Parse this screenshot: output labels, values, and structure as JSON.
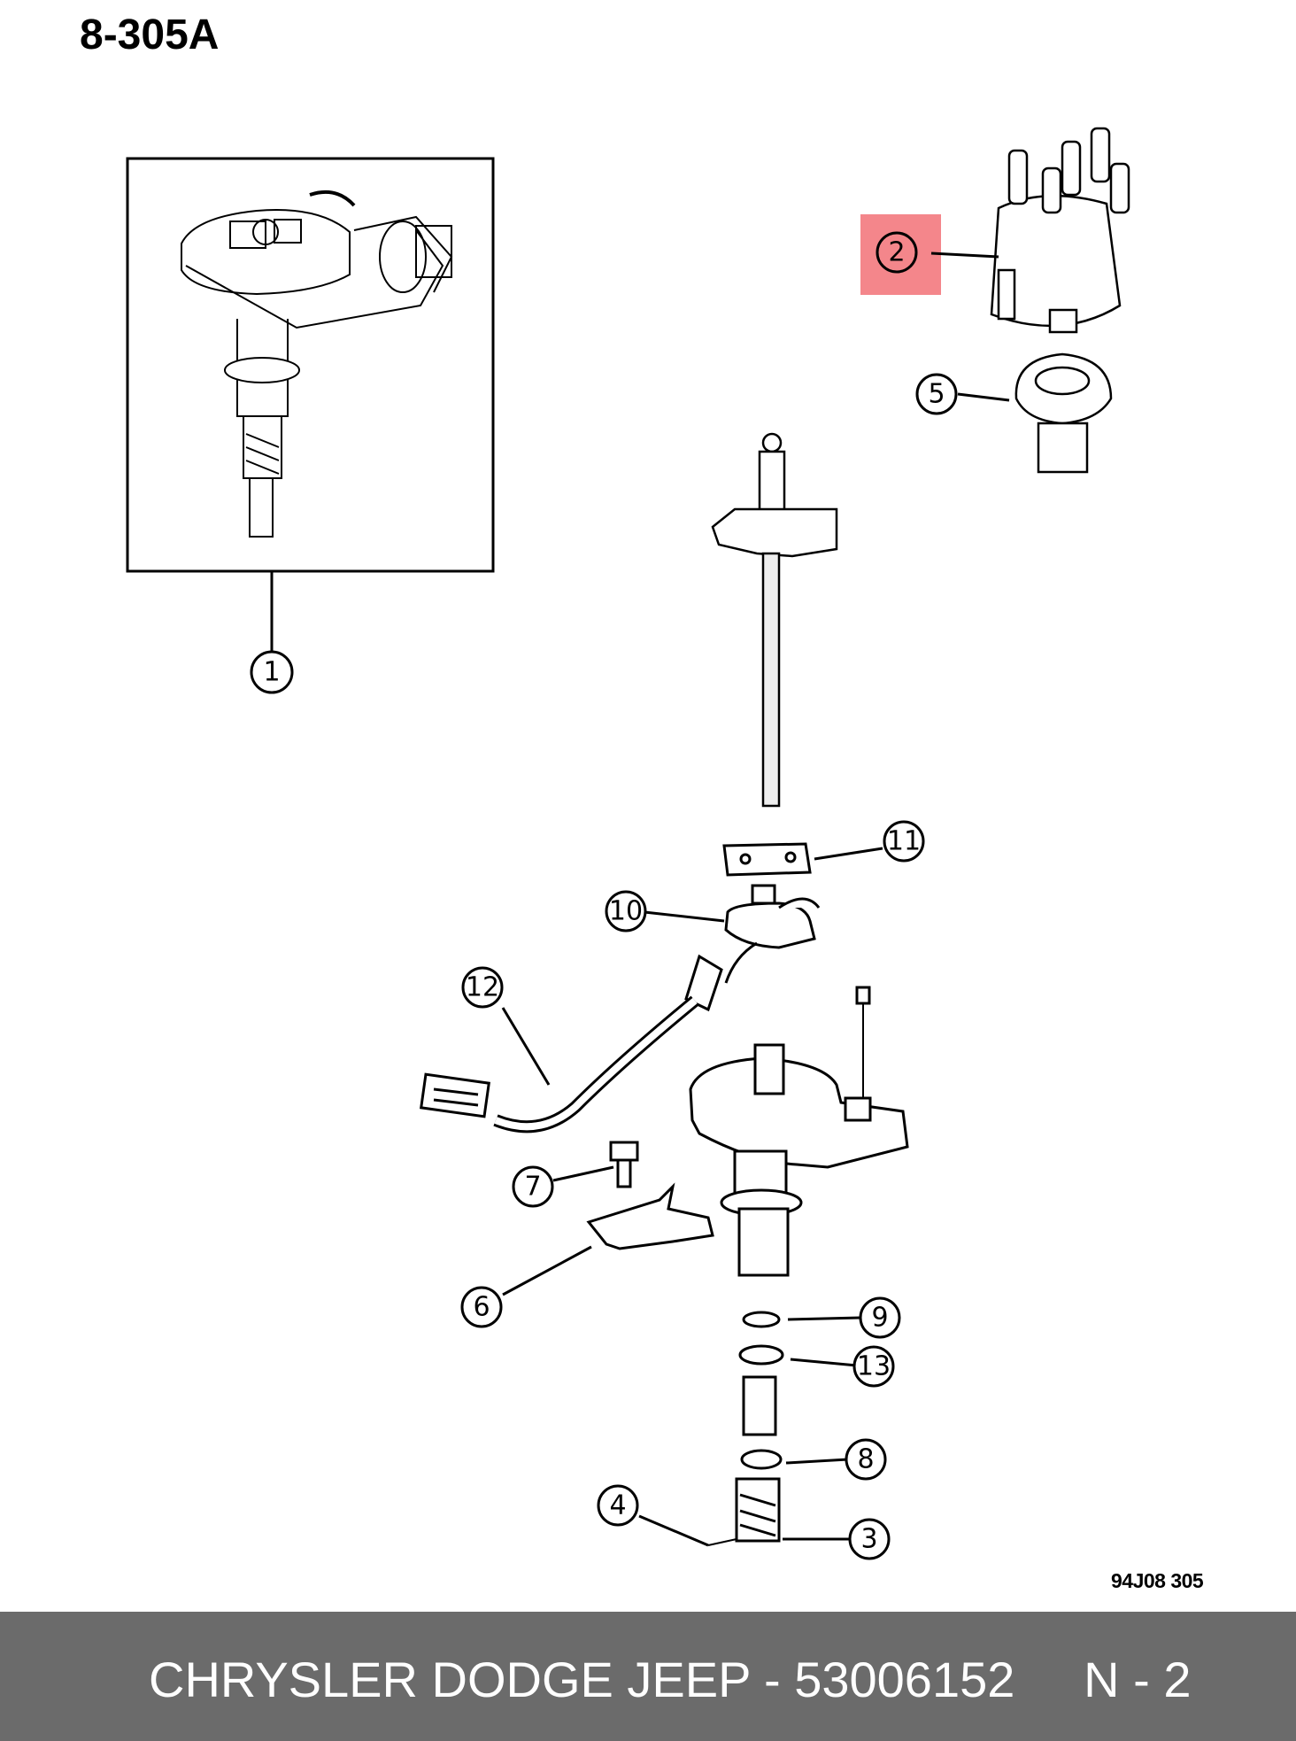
{
  "title": "8-305A",
  "drawing_code": "94J08  305",
  "footer": {
    "text": "CHRYSLER DODGE JEEP - 53006152     N - 2"
  },
  "highlight_color": "#f4868b",
  "callouts": [
    "1",
    "2",
    "3",
    "4",
    "5",
    "6",
    "7",
    "8",
    "9",
    "10",
    "11",
    "12",
    "13"
  ]
}
